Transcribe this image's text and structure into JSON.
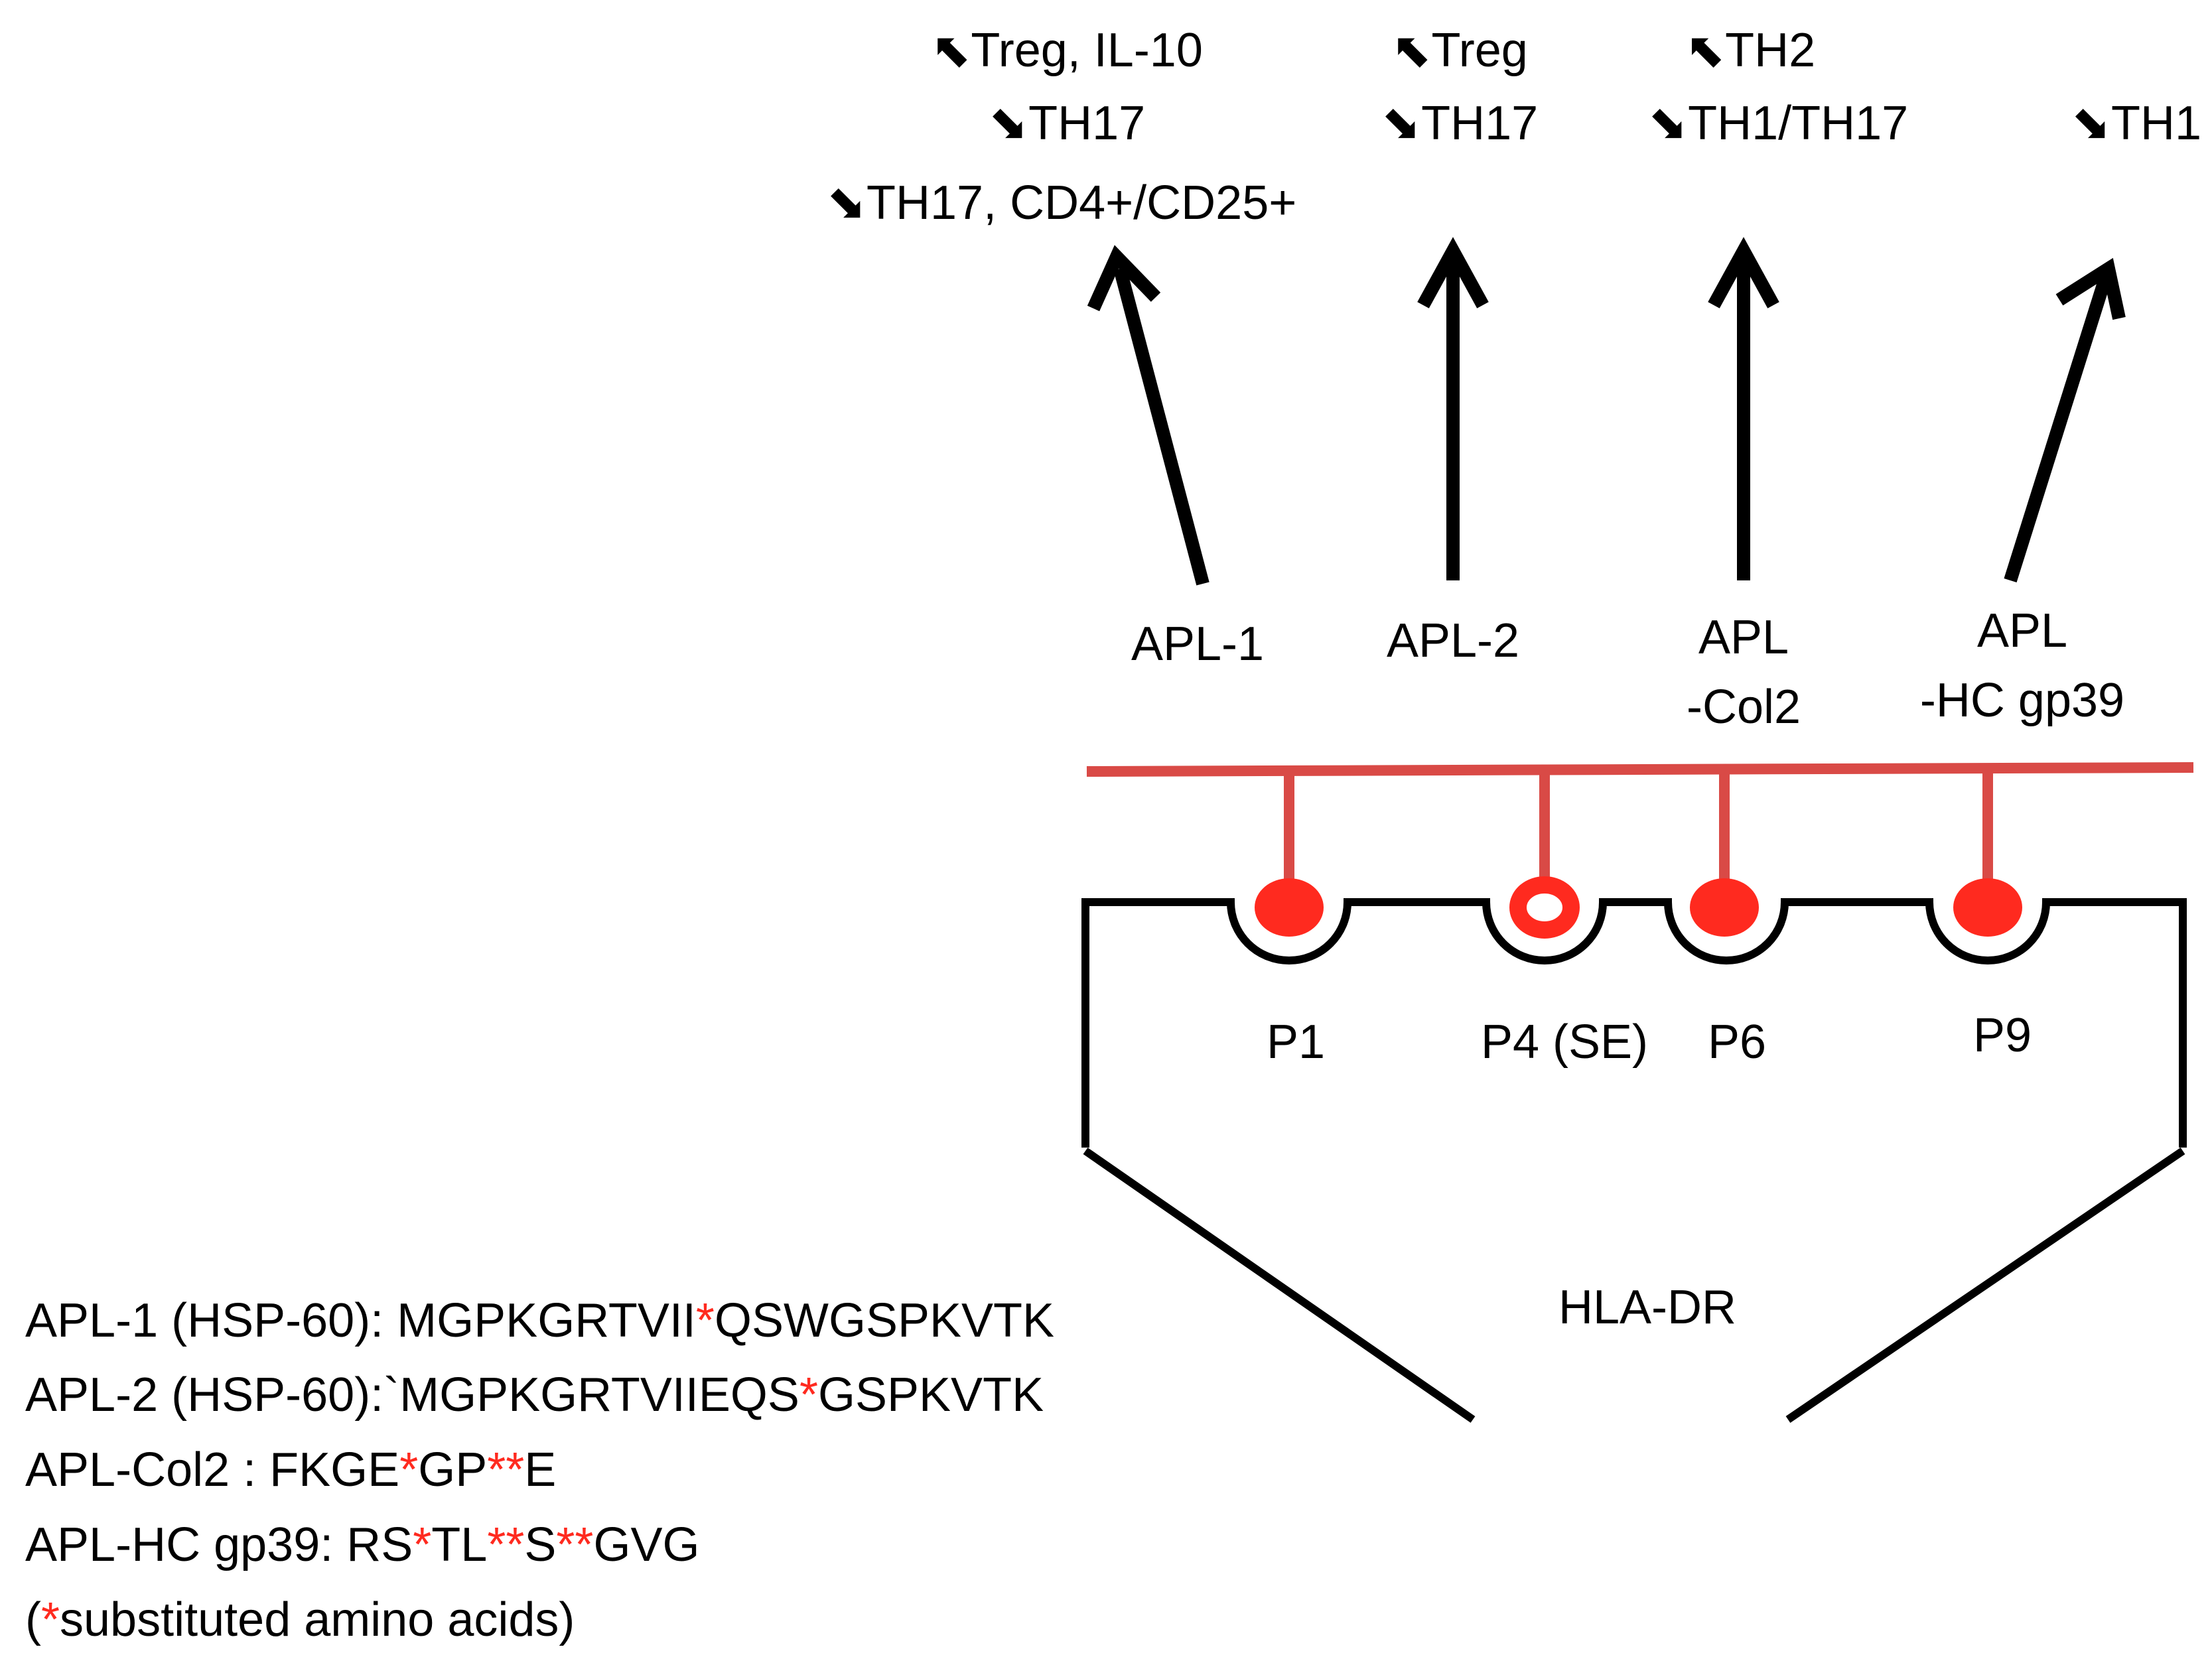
{
  "colors": {
    "ink": "#000000",
    "peptide": "#d94a46",
    "anchor": "#ff2a1f"
  },
  "effects": [
    {
      "lines": [
        {
          "arrow": "up",
          "text": "Treg, IL-10"
        },
        {
          "arrow": "down",
          "text": "TH17"
        },
        {
          "arrow": "down",
          "text": "TH17, CD4+/CD25+"
        }
      ]
    },
    {
      "lines": [
        {
          "arrow": "up",
          "text": "Treg"
        },
        {
          "arrow": "down",
          "text": "TH17"
        }
      ]
    },
    {
      "lines": [
        {
          "arrow": "up",
          "text": "TH2"
        },
        {
          "arrow": "down",
          "text": "TH1/TH17"
        }
      ]
    },
    {
      "lines": [
        {
          "arrow": "down",
          "text": "TH1"
        }
      ]
    }
  ],
  "peptides": [
    {
      "lines": [
        "APL-1"
      ]
    },
    {
      "lines": [
        "APL-2"
      ]
    },
    {
      "lines": [
        "APL",
        "-Col2"
      ]
    },
    {
      "lines": [
        "APL",
        "-HC gp39"
      ]
    }
  ],
  "pockets": [
    {
      "label": "P1",
      "anchor": "filled"
    },
    {
      "label": "P4 (SE)",
      "anchor": "ring"
    },
    {
      "label": "P6",
      "anchor": "filled"
    },
    {
      "label": "P9",
      "anchor": "filled"
    }
  ],
  "molecule_label": "HLA-DR",
  "sequences": [
    {
      "parts": [
        "APL-1 (HSP-60): MGPKGRTVII",
        "*",
        "QSWGSPKVTK"
      ]
    },
    {
      "parts": [
        "APL-2 (HSP-60):`MGPKGRTVIIEQS",
        "*",
        "GSPKVTK"
      ]
    },
    {
      "parts": [
        "APL-Col2 : FKGE",
        "*",
        "GP",
        "**",
        "E"
      ]
    },
    {
      "parts": [
        "APL-HC gp39: RS",
        "*",
        "TL",
        "**",
        "S",
        "**",
        "GVG"
      ]
    },
    {
      "parts": [
        "(",
        "*",
        "substituted amino acids)"
      ]
    }
  ]
}
